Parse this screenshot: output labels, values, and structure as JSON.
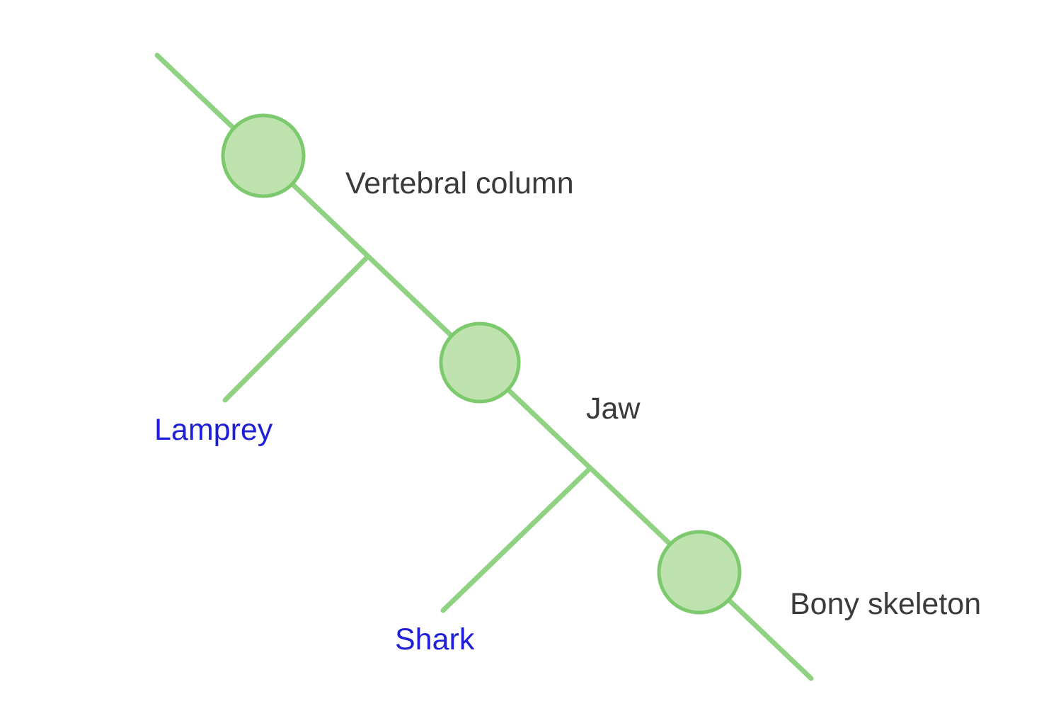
{
  "diagram": {
    "type": "cladogram",
    "traits": [
      {
        "id": "trait-vertebral-column",
        "label": "Vertebral column"
      },
      {
        "id": "trait-jaw",
        "label": "Jaw"
      },
      {
        "id": "trait-bony-skeleton",
        "label": "Bony skeleton"
      }
    ],
    "taxa": [
      {
        "id": "taxon-lamprey",
        "label": "Lamprey"
      },
      {
        "id": "taxon-shark",
        "label": "Shark"
      }
    ],
    "colors": {
      "branch": "#8fd282",
      "node_fill": "#bfe3ae",
      "node_stroke": "#7dc96d",
      "trait_text": "#3a3a3a",
      "taxon_text": "#1f1fd8"
    }
  }
}
